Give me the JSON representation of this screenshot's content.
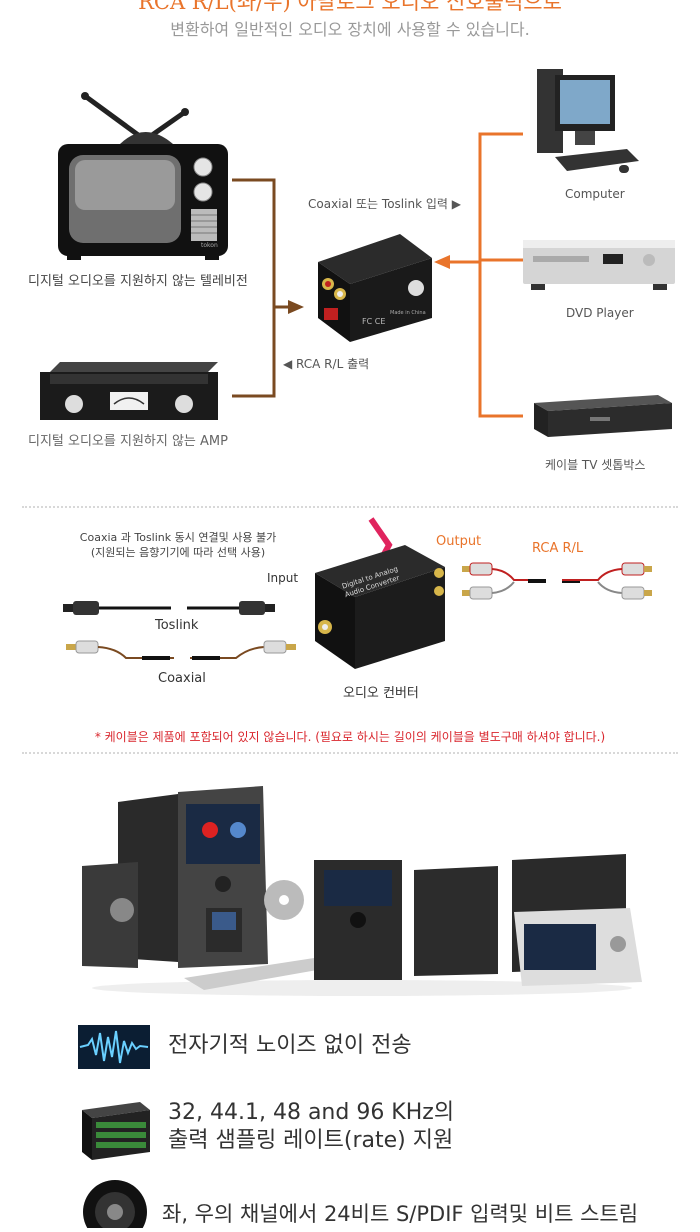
{
  "header": {
    "title_cut": "RCA R/L(좌/우) 아날로그 오디오 신호출력으로",
    "subtitle": "변환하여 일반적인 오디오 장치에 사용할 수 있습니다."
  },
  "connection": {
    "tv_caption": "디지털 오디오를 지원하지 않는 텔레비전",
    "amp_caption": "디지털 오디오를 지원하지 않는 AMP",
    "input_label": "Coaxial 또는 Toslink 입력 ▶",
    "output_label": "◀ RCA R/L 출력",
    "computer_caption": "Computer",
    "dvd_caption": "DVD Player",
    "settop_caption": "케이블 TV 셋톱박스",
    "tv_brand": "tokon",
    "converter_text": "Made in China"
  },
  "cables": {
    "note_line1": "Coaxia 과 Toslink 동시 연결및 사용 불가",
    "note_line2": "(지원되는 음향기기에 따라 선택 사용)",
    "input_label": "Input",
    "toslink_label": "Toslink",
    "coaxial_label": "Coaxial",
    "output_label": "Output",
    "rca_label": "RCA R/L",
    "converter_caption": "오디오 컨버터",
    "converter_line1": "Digital to Analog",
    "converter_line2": "Audio Converter"
  },
  "notice": "* 케이블은 제품에 포함되어 있지 않습니다. (필요로 하시는 길이의 케이블을 별도구매 하셔야 합니다.)",
  "features": [
    {
      "line1": "전자기적 노이즈 없이 전송",
      "line2": ""
    },
    {
      "line1": "32, 44.1, 48 and 96 KHz의",
      "line2": "출력 샘플링 레이트(rate) 지원"
    },
    {
      "line1": "좌, 우의 채널에서 24비트 S/PDIF 입력및 비트 스트림",
      "line2": ""
    }
  ],
  "colors": {
    "orange": "#e9742b",
    "brown": "#7a4a21",
    "red_notice": "#d9262d",
    "pink": "#e0245e"
  }
}
